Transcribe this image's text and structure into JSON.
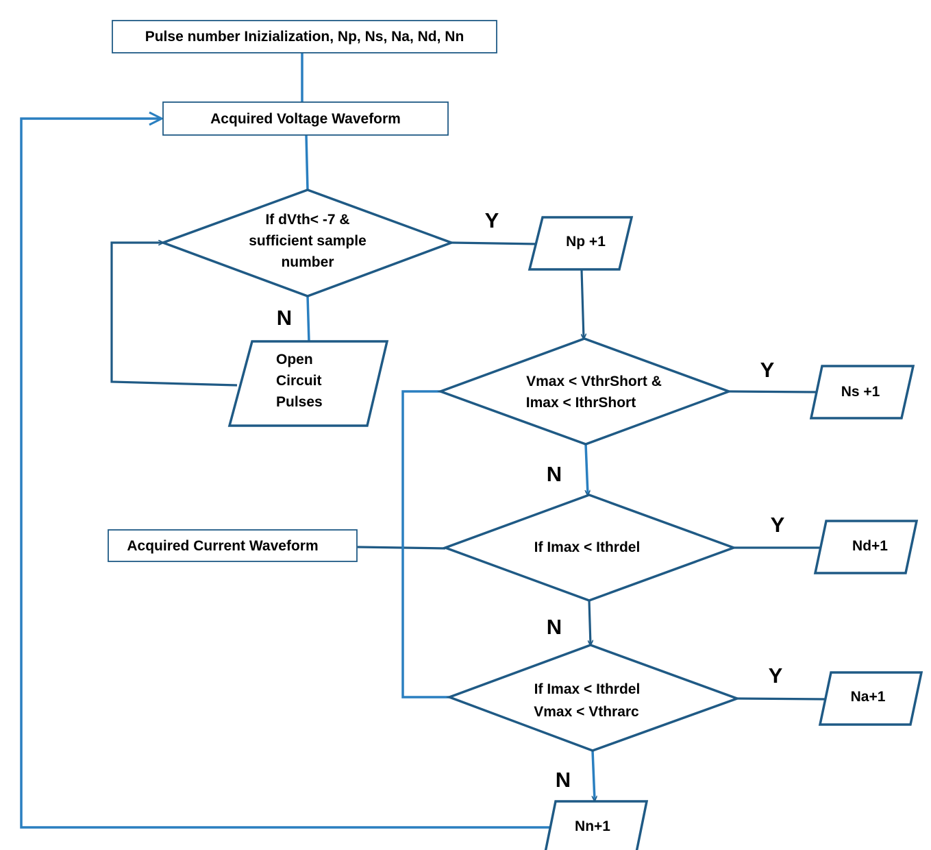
{
  "colors": {
    "shape_stroke": "#1f5a85",
    "connector_light": "#2a7fc0",
    "connector_dark": "#1f5a85",
    "text": "#000000",
    "background": "#ffffff"
  },
  "nodes": {
    "init": "Pulse number Inizialization, Np, Ns, Na, Nd, Nn",
    "voltage": "Acquired Voltage Waveform",
    "decision_dvth": [
      "If dVth< -7 &",
      "sufficient sample",
      "number"
    ],
    "open_circuit": [
      "Open",
      "Circuit",
      "Pulses"
    ],
    "np": "Np +1",
    "decision_short": [
      "Vmax < VthrShort &",
      "Imax < IthrShort"
    ],
    "ns": "Ns +1",
    "current": "Acquired Current Waveform",
    "decision_ithrdel": "If Imax < Ithrdel",
    "nd": "Nd+1",
    "decision_arc": [
      "If Imax < Ithrdel",
      "Vmax < Vthrarc"
    ],
    "na": "Na+1",
    "nn": "Nn+1"
  },
  "labels": {
    "yes": "Y",
    "no": "N"
  }
}
